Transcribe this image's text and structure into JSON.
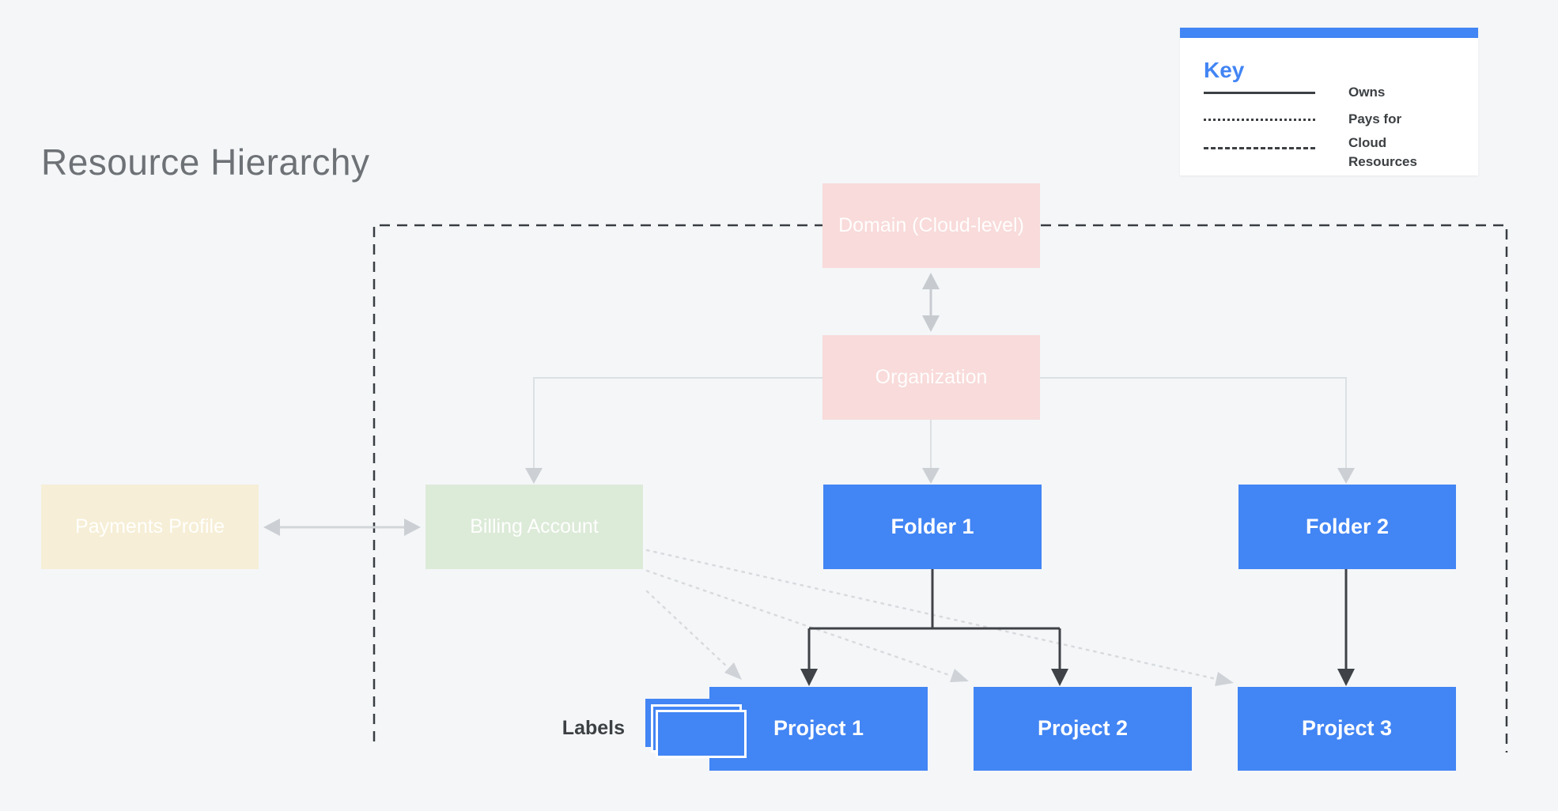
{
  "title": "Resource Hierarchy",
  "key": {
    "heading": "Key",
    "items": [
      {
        "label": "Owns",
        "line_style": "solid"
      },
      {
        "label": "Pays for",
        "line_style": "dotted"
      },
      {
        "label": "Cloud Resources",
        "line_style": "dashed"
      }
    ]
  },
  "nodes": {
    "domain": {
      "label": "Domain (Cloud-level)",
      "fill": "#f8dbda"
    },
    "organization": {
      "label": "Organization",
      "fill": "#f8dbda"
    },
    "payments_profile": {
      "label": "Payments Profile",
      "fill": "#f6eed6"
    },
    "billing_account": {
      "label": "Billing Account",
      "fill": "#dcead8"
    },
    "folder_1": {
      "label": "Folder 1",
      "fill": "#4285f4"
    },
    "folder_2": {
      "label": "Folder 2",
      "fill": "#4285f4"
    },
    "project_1": {
      "label": "Project 1",
      "fill": "#4285f4"
    },
    "project_2": {
      "label": "Project 2",
      "fill": "#4285f4"
    },
    "project_3": {
      "label": "Project 3",
      "fill": "#4285f4"
    }
  },
  "labels_caption": "Labels",
  "edges": [
    {
      "from": "domain",
      "to": "organization",
      "type": "owns",
      "bidirectional": true
    },
    {
      "from": "payments_profile",
      "to": "billing_account",
      "type": "owns",
      "bidirectional": true
    },
    {
      "from": "organization",
      "to": "billing_account",
      "type": "owns"
    },
    {
      "from": "organization",
      "to": "folder_1",
      "type": "owns"
    },
    {
      "from": "organization",
      "to": "folder_2",
      "type": "owns"
    },
    {
      "from": "folder_1",
      "to": "project_1",
      "type": "owns"
    },
    {
      "from": "folder_1",
      "to": "project_2",
      "type": "owns"
    },
    {
      "from": "folder_2",
      "to": "project_3",
      "type": "owns"
    },
    {
      "from": "billing_account",
      "to": "project_1",
      "type": "pays_for"
    },
    {
      "from": "billing_account",
      "to": "project_2",
      "type": "pays_for"
    },
    {
      "from": "billing_account",
      "to": "project_3",
      "type": "pays_for"
    },
    {
      "type": "cloud_resources_boundary",
      "encloses": [
        "domain",
        "organization",
        "folder_1",
        "folder_2",
        "project_1",
        "project_2",
        "project_3"
      ]
    }
  ],
  "colors": {
    "background": "#f4f6f8",
    "google_blue": "#4285f4",
    "pink": "#f8dbda",
    "cream": "#f6eed6",
    "green": "#dcead8",
    "dark_line": "#3c4043",
    "gray_arrow": "#c9ccd0",
    "light_branch": "#dde0e3",
    "dotted_line": "#d8dbde",
    "title_gray": "#6e7276"
  }
}
